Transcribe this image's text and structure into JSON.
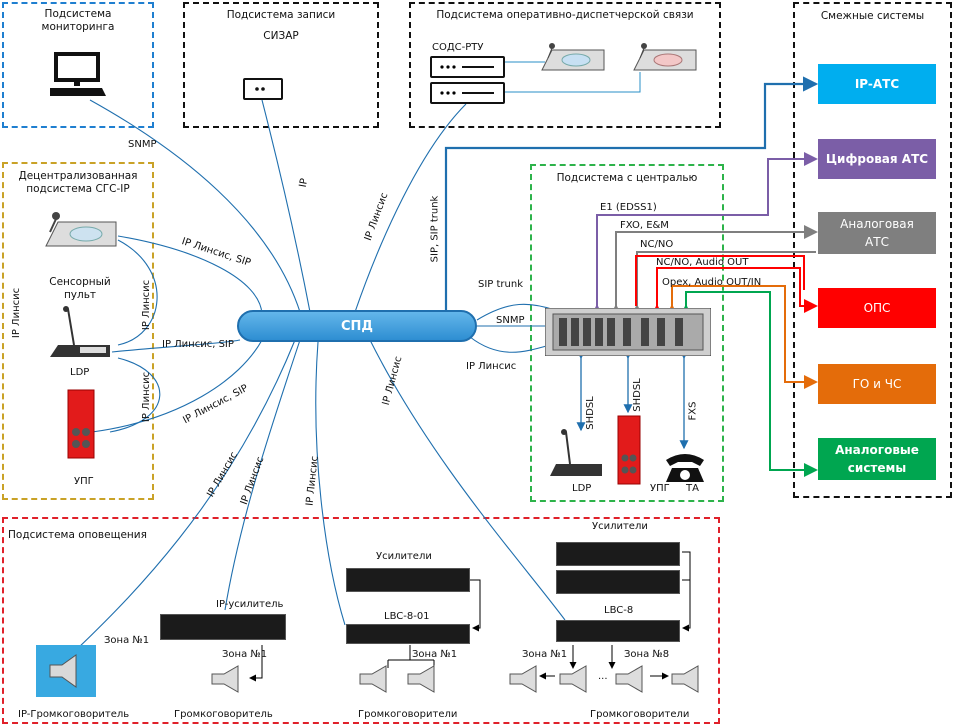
{
  "subsystems": {
    "monitoring": "Подсистема\nмониторинга",
    "recording": "Подсистема записи",
    "recording_product": "СИЗАР",
    "dispatch": "Подсистема оперативно-диспетчерской связи",
    "dispatch_label": "СОДС-РТУ",
    "adjacent": "Смежные системы",
    "decentral": "Децентрализованная\nподсистема СГС-IP",
    "central": "Подсистема с централью",
    "alert": "Подсистема оповещения"
  },
  "spd_label": "СПД",
  "adjacent_systems": [
    {
      "label": "IP-АТС",
      "color": "#00aeef"
    },
    {
      "label": "Цифровая АТС",
      "color": "#7b5ea7"
    },
    {
      "label": "Аналоговая\nАТС",
      "color": "#7f7f7f"
    },
    {
      "label": "ОПС",
      "color": "#ff0000"
    },
    {
      "label": "ГО и ЧС",
      "color": "#e46c0a"
    },
    {
      "label": "Аналоговые\nсистемы",
      "color": "#00a650"
    }
  ],
  "device_labels": {
    "sensor_panel": "Сенсорный\nпульт",
    "ldp": "LDP",
    "upg": "УПГ",
    "ldp2": "LDP",
    "upg2": "УПГ",
    "ta": "ТА",
    "ip_amp": "IP-усилитель",
    "amps1": "Усилители",
    "amps2": "Усилители",
    "lbc801": "LBC-8-01",
    "lbc8": "LBC-8",
    "ip_speaker": "IP-Громкоговоритель",
    "speakers1": "Громкоговоритель",
    "speakers2": "Громкоговорители",
    "speakers3": "Громкоговорители",
    "zone1a": "Зона №1",
    "zone1b": "Зона №1",
    "zone1c": "Зона №1",
    "zone1d": "Зона №1",
    "zone8": "Зона №8",
    "dots": "..."
  },
  "link_labels": {
    "snmp_mon": "SNMP",
    "ip_rec": "IP",
    "iplinsis_disp": "IP Линсис",
    "sip_trunk_disp": "SIP, SIP trunk",
    "iplinsis_sip1": "IP Линсис, SIP",
    "iplinsis_sip2": "IP Линсис, SIP",
    "iplinsis_sip3": "IP Линсис, SIP",
    "iplinsis_left": "IP Линсис",
    "iplinsis_v1": "IP Линсис",
    "iplinsis_v2": "IP Линсис",
    "sip_trunk_c": "SIP trunk",
    "snmp_c": "SNMP",
    "iplinsis_c": "IP Линсис",
    "iplinsis_b1": "IP Линсис",
    "iplinsis_b2": "IP Линсис",
    "iplinsis_b3": "IP Линсис",
    "iplinsis_b4": "IP Линсис",
    "e1": "E1 (EDSS1)",
    "fxo": "FXO, E&M",
    "nc_no": "NC/NO",
    "nc_no_audio": "NC/NO, Audio OUT",
    "opex": "Opex, Audio OUT/IN",
    "shdsl1": "SHDSL",
    "shdsl2": "SHDSL",
    "fxs": "FXS"
  }
}
